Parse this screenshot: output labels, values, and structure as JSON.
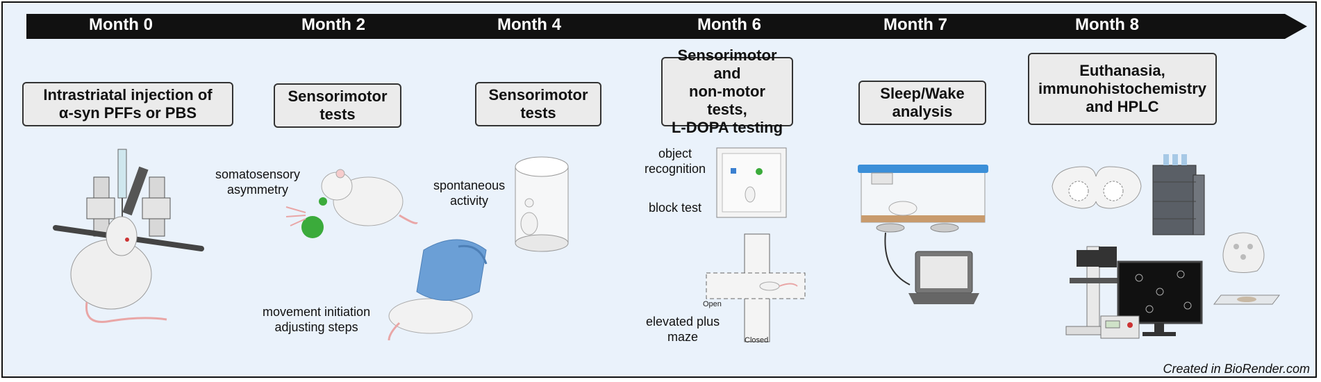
{
  "timeline": {
    "months": [
      "Month   0",
      "Month 2",
      "Month 4",
      "Month 6",
      "Month 7",
      "Month 8"
    ]
  },
  "stages": [
    {
      "title": "Intrastriatal injection of\nα-syn PFFs or PBS"
    },
    {
      "title": "Sensorimotor\ntests"
    },
    {
      "title": "Sensorimotor\ntests"
    },
    {
      "title": "Sensorimotor and\nnon-motor tests,\nL-DOPA testing"
    },
    {
      "title": "Sleep/Wake\nanalysis"
    },
    {
      "title": "Euthanasia,\nimmunohistochemistry\nand HPLC"
    }
  ],
  "labels": {
    "somatosensory": "somatosensory\nasymmetry",
    "movement": "movement initiation\nadjusting steps",
    "spontaneous": "spontaneous\nactivity",
    "object": "object\nrecognition",
    "block": "block test",
    "epm": "elevated plus\nmaze",
    "open": "Open",
    "closed": "Closed"
  },
  "credit": "Created in BioRender.com",
  "colors": {
    "background": "#eaf2fb",
    "timeline_bar": "#111111",
    "box_fill": "#ebebeb",
    "green": "#3bab3b",
    "glove_blue": "#6b9fd6",
    "cage_lid": "#3b8fd8"
  }
}
